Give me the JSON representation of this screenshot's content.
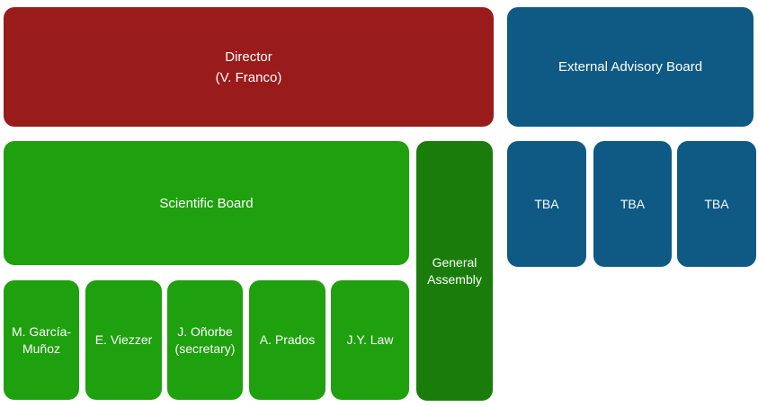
{
  "diagram": {
    "colors": {
      "red": "#9A1B1B",
      "blue": "#0E5A85",
      "green": "#1FA00F",
      "dark_green": "#1A7D0B",
      "text": "#FFFFFF",
      "background": "#FFFFFF"
    },
    "director": {
      "line1": "Director",
      "line2": "(V. Franco)"
    },
    "external_advisory_board": {
      "label": "External Advisory Board"
    },
    "scientific_board": {
      "label": "Scientific Board"
    },
    "general_assembly": {
      "label": "General Assembly"
    },
    "members": [
      {
        "label": "M. García-Muñoz"
      },
      {
        "label": "E. Viezzer"
      },
      {
        "label": "J. Oñorbe (secretary)"
      },
      {
        "label": "A. Prados"
      },
      {
        "label": "J.Y. Law"
      }
    ],
    "advisors": [
      {
        "label": "TBA"
      },
      {
        "label": "TBA"
      },
      {
        "label": "TBA"
      }
    ]
  }
}
